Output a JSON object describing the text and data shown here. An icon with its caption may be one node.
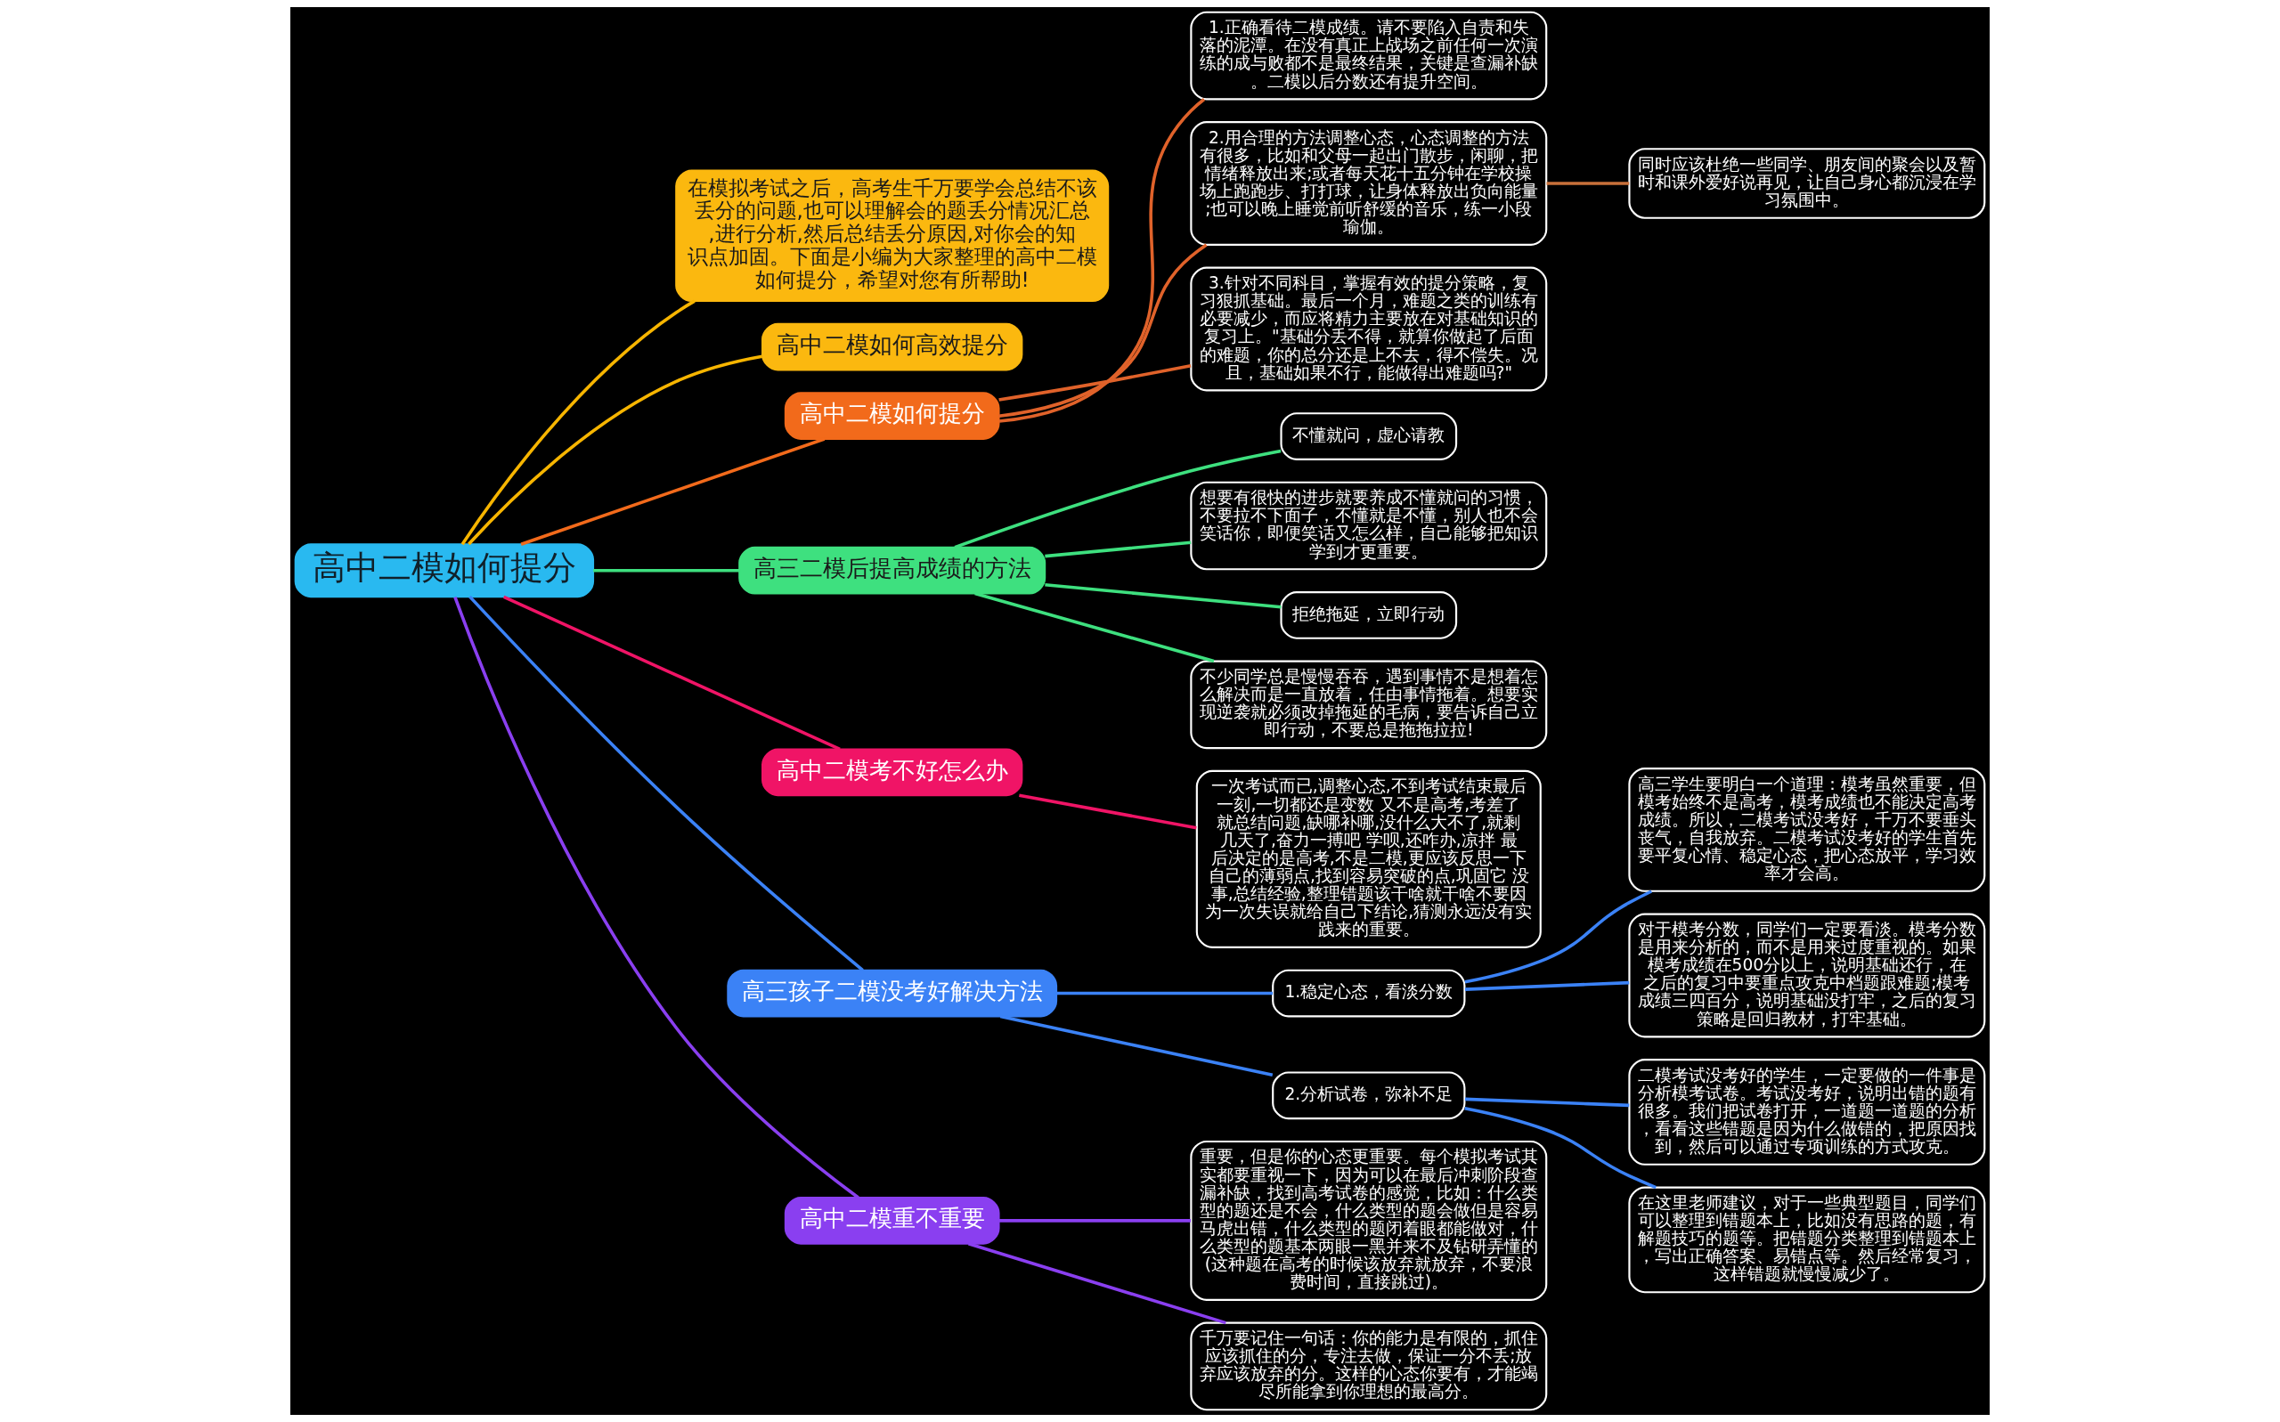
{
  "diagram": {
    "nodes": [
      {
        "text": [
          "高中二模如何提分"
        ]
      },
      {
        "text": [
          "在模拟考试之后，高考生千万要学会总结不该丢分的问题,也可以理解会的题丢分情况汇总,进行分析,然后总结丢分原因,对你会的知识点加固。下面是小编为大家整理的高中二模如何提分，希望对您有所帮助!"
        ]
      },
      {
        "text": [
          "高中二模如何高效提分"
        ]
      },
      {
        "text": [
          "高中二模如何提分"
        ]
      },
      {
        "text": [
          "1.正确看待二模成绩。请不要陷入自责和失落的泥潭。在没有真正上战场之前任何一次演练的成与败都不是最终结果，关键是查漏补缺。二模以后分数还有提升空间。"
        ]
      },
      {
        "text": [
          "2.用合理的方法调整心态，心态调整的方法有很多，比如和父母一起出门散步，闲聊，把情绪释放出来;或者每天花十五分钟在学校操场上跑跑步、打打球，让身体释放出负向能量;也可以晚上睡觉前听舒缓的音乐，练一小段瑜伽。"
        ]
      },
      {
        "text": [
          "同时应该杜绝一些同学、朋友间的聚会以及暂时和课外爱好说再见，让自己身心都沉浸在学习氛围中。"
        ]
      },
      {
        "text": [
          "3.针对不同科目，掌握有效的提分策略，复习狠抓基础。最后一个月，难题之类的训练有必要减少，而应将精力主要放在对基础知识的复习上。\"基础分丢不得，就算你做起了后面的难题，你的总分还是上不去，得不偿失。况且，基础如果不行，能做得出难题吗?\""
        ]
      },
      {
        "text": [
          "高三二模后提高成绩的方法"
        ]
      },
      {
        "text": [
          "不懂就问，虚心请教"
        ]
      },
      {
        "text": [
          "想要有很快的进步就要养成不懂就问的习惯，不要拉不下面子，不懂就是不懂，别人也不会笑话你，即便笑话又怎么样，自己能够把知识学到才更重要。"
        ]
      },
      {
        "text": [
          "拒绝拖延，立即行动"
        ]
      },
      {
        "text": [
          "不少同学总是慢慢吞吞，遇到事情不是想着怎么解决而是一直放着，任由事情拖着。想要实现逆袭就必须改掉拖延的毛病，要告诉自己立即行动，不要总是拖拖拉拉!"
        ]
      },
      {
        "text": [
          "高中二模考不好怎么办"
        ]
      },
      {
        "text": [
          "一次考试而已,调整心态,不到考试结束最后一刻,一切都还是变数 又不是高考,考差了就总结问题,缺哪补哪,没什么大不了,就剩几天了,奋力一搏吧 学呗,还咋办,凉拌 最后决定的是高考,不是二模,更应该反思一下自己的薄弱点,找到容易突破的点,巩固它 没事,总结经验,整理错题该干啥就干啥不要因为一次失误就给自己下结论,猜测永远没有实践来的重要。"
        ]
      },
      {
        "text": [
          "高三孩子二模没考好解决方法"
        ]
      },
      {
        "text": [
          "1.稳定心态，看淡分数"
        ]
      },
      {
        "text": [
          "高三学生要明白一个道理：模考虽然重要，但模考始终不是高考，模考成绩也不能决定高考成绩。所以，二模考试没考好，千万不要垂头丧气，自我放弃。二模考试没考好的学生首先要平复心情、稳定心态，把心态放平，学习效率才会高。"
        ]
      },
      {
        "text": [
          "对于模考分数，同学们一定要看淡。模考分数是用来分析的，而不是用来过度重视的。如果模考成绩在500分以上，说明基础还行，在之后的复习中要重点攻克中档题跟难题;模考成绩三四百分，说明基础没打牢，之后的复习策略是回归教材，打牢基础。"
        ]
      },
      {
        "text": [
          "2.分析试卷，弥补不足"
        ]
      },
      {
        "text": [
          "二模考试没考好的学生，一定要做的一件事是分析模考试卷。考试没考好，说明出错的题有很多。我们把试卷打开，一道题一道题的分析，看看这些错题是因为什么做错的，把原因找到，然后可以通过专项训练的方式攻克。"
        ]
      },
      {
        "text": [
          "在这里老师建议，对于一些典型题目，同学们可以整理到错题本上，比如没有思路的题，有解题技巧的题等。把错题分类整理到错题本上，写出正确答案、易错点等。然后经常复习，这样错题就慢慢减少了。"
        ]
      },
      {
        "text": [
          "高中二模重不重要"
        ]
      },
      {
        "text": [
          "重要，但是你的心态更重要。每个模拟考试其实都要重视一下，因为可以在最后冲刺阶段查漏补缺，找到高考试卷的感觉，比如：什么类型的题还是不会，什么类型的题会做但是容易马虎出错，什么类型的题闭着眼都能做对，什么类型的题基本两眼一黑并来不及钻研弄懂的(这种题在高考的时候该放弃就放弃，不要浪费时间，直接跳过)。"
        ]
      },
      {
        "text": [
          "千万要记住一句话：你的能力是有限的，抓住应该抓住的分，专注去做，保证一分不丢;放弃应该放弃的分。这样的心态你要有，才能竭尽所能拿到你理想的最高分。"
        ]
      }
    ],
    "edges": [
      {
        "from": 0,
        "to": 1,
        "arrow": "none",
        "color": "#f7b500"
      },
      {
        "from": 0,
        "to": 2,
        "arrow": "none",
        "color": "#f7b500"
      },
      {
        "from": 0,
        "to": 3,
        "arrow": "none",
        "color": "#f26a1b"
      },
      {
        "from": 3,
        "to": 4,
        "arrow": "none",
        "color": "#e0622a"
      },
      {
        "from": 3,
        "to": 5,
        "arrow": "none",
        "color": "#e0622a"
      },
      {
        "from": 5,
        "to": 6,
        "arrow": "none",
        "color": "#c8703a"
      },
      {
        "from": 3,
        "to": 7,
        "arrow": "none",
        "color": "#e0622a"
      },
      {
        "from": 0,
        "to": 8,
        "arrow": "none",
        "color": "#3ee07f"
      },
      {
        "from": 8,
        "to": 9,
        "arrow": "none",
        "color": "#3ee07f"
      },
      {
        "from": 8,
        "to": 10,
        "arrow": "none",
        "color": "#3ee07f"
      },
      {
        "from": 8,
        "to": 11,
        "arrow": "none",
        "color": "#3ee07f"
      },
      {
        "from": 8,
        "to": 12,
        "arrow": "none",
        "color": "#3ee07f"
      },
      {
        "from": 0,
        "to": 13,
        "arrow": "none",
        "color": "#f01466"
      },
      {
        "from": 13,
        "to": 14,
        "arrow": "none",
        "color": "#f01466"
      },
      {
        "from": 0,
        "to": 15,
        "arrow": "none",
        "color": "#3b82f6"
      },
      {
        "from": 15,
        "to": 16,
        "arrow": "none",
        "color": "#3b82f6"
      },
      {
        "from": 16,
        "to": 17,
        "arrow": "none",
        "color": "#3b82f6"
      },
      {
        "from": 16,
        "to": 18,
        "arrow": "none",
        "color": "#3b82f6"
      },
      {
        "from": 15,
        "to": 19,
        "arrow": "none",
        "color": "#3b82f6"
      },
      {
        "from": 19,
        "to": 20,
        "arrow": "none",
        "color": "#3b82f6"
      },
      {
        "from": 19,
        "to": 21,
        "arrow": "none",
        "color": "#3b82f6"
      },
      {
        "from": 0,
        "to": 22,
        "arrow": "none",
        "color": "#8a3ff0"
      },
      {
        "from": 22,
        "to": 23,
        "arrow": "none",
        "color": "#8a3ff0"
      },
      {
        "from": 22,
        "to": 24,
        "arrow": "none",
        "color": "#8a3ff0"
      }
    ]
  }
}
